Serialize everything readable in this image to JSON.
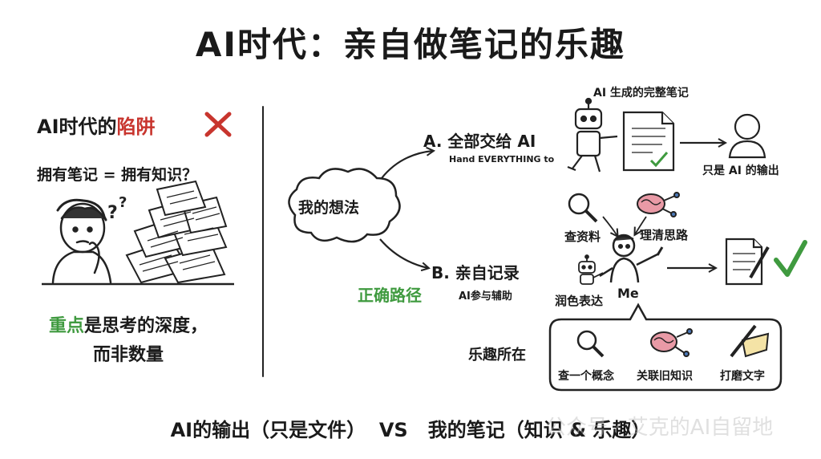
{
  "title": "AI时代：亲自做笔记的乐趣",
  "left": {
    "heading_prefix": "AI时代的",
    "heading_highlight": "陷阱",
    "question": "拥有笔记 = 拥有知识？",
    "point_highlight": "重点",
    "point_rest": "是思考的深度，",
    "point_line2": "而非数量"
  },
  "flow": {
    "idea": "我的想法",
    "path_a": {
      "label": "A. 全部交给 AI",
      "sub": "Hand EVERYTHING to",
      "doc_caption": "AI 生成的完整笔记",
      "result": "只是 AI 的输出"
    },
    "path_b": {
      "label": "B. 亲自记录",
      "sub": "AI参与辅助",
      "correct": "正确路径",
      "research": "查资料",
      "clarify": "理清思路",
      "polish": "润色表达",
      "me": "Me"
    },
    "fun": {
      "label": "乐趣所在",
      "items": [
        "查一个概念",
        "关联旧知识",
        "打磨文字"
      ]
    }
  },
  "bottom": {
    "text": "AI的输出（只是文件）  VS   我的笔记（知识 & 乐趣）"
  },
  "watermark": "公众号 · 艾克的AI自留地",
  "colors": {
    "red": "#c8352e",
    "green": "#3f9a3f",
    "pink": "#e99aa6",
    "blue": "#4a78b8"
  }
}
